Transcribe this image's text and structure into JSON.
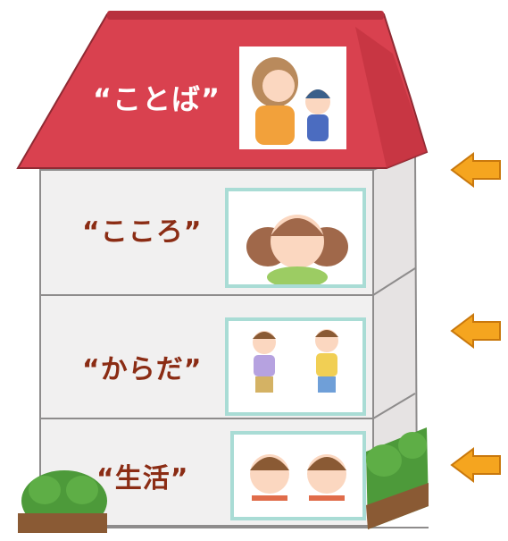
{
  "floors": [
    {
      "id": "kotoba",
      "label": "“ことば”",
      "picture": "mother-and-child-talking"
    },
    {
      "id": "kokoro",
      "label": "“こころ”",
      "picture": "smiling-girl-with-hearts"
    },
    {
      "id": "karada",
      "label": "“からだ”",
      "picture": "two-children-jumping"
    },
    {
      "id": "seikatsu",
      "label": "“生活”",
      "picture": "two-children-eating"
    }
  ],
  "colors": {
    "roof": "#d9414f",
    "wall": "#f1f0f0",
    "side_wall": "#e6e3e3",
    "outline": "#8e8c8c",
    "label": "#8b2c14",
    "frame": "#a9dcd5",
    "arrow": "#f5a51f",
    "bush": "#4d9a3a"
  },
  "arrows": [
    "arrow-roof",
    "arrow-karada",
    "arrow-seikatsu"
  ]
}
